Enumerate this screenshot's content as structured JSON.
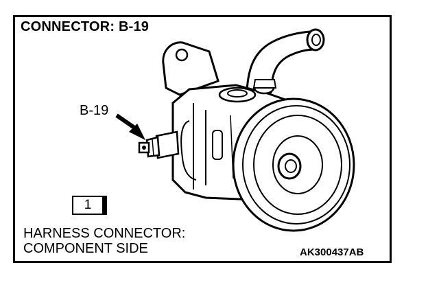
{
  "title": "CONNECTOR: B-19",
  "callout_label": "B-19",
  "connector_number": "1",
  "caption": {
    "line1": "HARNESS CONNECTOR:",
    "line2": "COMPONENT SIDE"
  },
  "reference_code": "AK300437AB"
}
